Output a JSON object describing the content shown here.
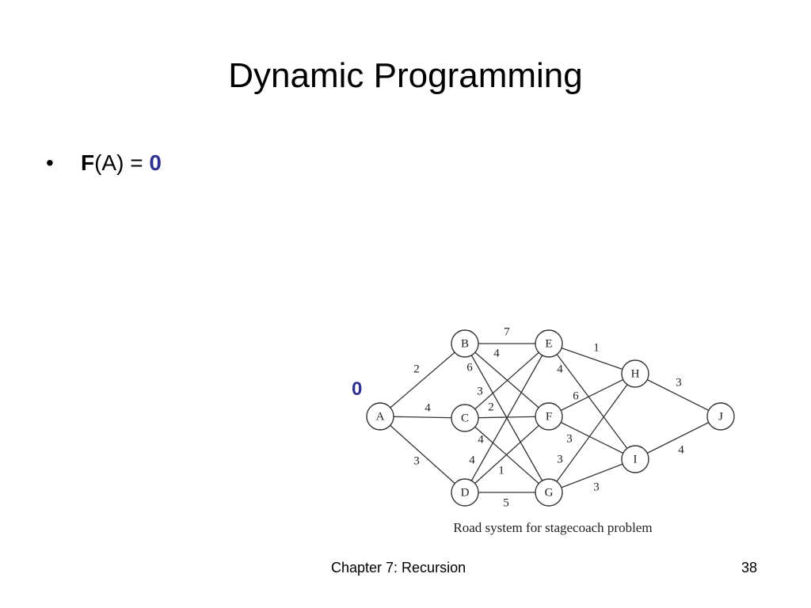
{
  "slide": {
    "title": "Dynamic Programming",
    "bullet": {
      "symbol": "•",
      "function_name": "F",
      "argument": "(A)",
      "equals": " = ",
      "value": "0"
    },
    "annotation": "0",
    "value_color": "#2e3192"
  },
  "graph": {
    "caption": "Road system for stagecoach problem",
    "nodes": [
      "A",
      "B",
      "C",
      "D",
      "E",
      "F",
      "G",
      "H",
      "I",
      "J"
    ],
    "edges": [
      {
        "from": "A",
        "to": "B",
        "cost": "2"
      },
      {
        "from": "A",
        "to": "C",
        "cost": "4"
      },
      {
        "from": "A",
        "to": "D",
        "cost": "3"
      },
      {
        "from": "B",
        "to": "E",
        "cost": "7"
      },
      {
        "from": "B",
        "to": "F",
        "cost": "4"
      },
      {
        "from": "B",
        "to": "G",
        "cost": "6"
      },
      {
        "from": "C",
        "to": "E",
        "cost": "3"
      },
      {
        "from": "C",
        "to": "F",
        "cost": "2"
      },
      {
        "from": "C",
        "to": "G",
        "cost": "4"
      },
      {
        "from": "D",
        "to": "E",
        "cost": "4"
      },
      {
        "from": "D",
        "to": "F",
        "cost": "1"
      },
      {
        "from": "D",
        "to": "G",
        "cost": "5"
      },
      {
        "from": "E",
        "to": "H",
        "cost": "1"
      },
      {
        "from": "E",
        "to": "I",
        "cost": "4"
      },
      {
        "from": "F",
        "to": "H",
        "cost": "6"
      },
      {
        "from": "F",
        "to": "I",
        "cost": "3"
      },
      {
        "from": "G",
        "to": "H",
        "cost": "3"
      },
      {
        "from": "G",
        "to": "I",
        "cost": "3"
      },
      {
        "from": "H",
        "to": "J",
        "cost": "3"
      },
      {
        "from": "I",
        "to": "J",
        "cost": "4"
      }
    ]
  },
  "footer": {
    "chapter": "Chapter 7: Recursion",
    "page": "38"
  }
}
